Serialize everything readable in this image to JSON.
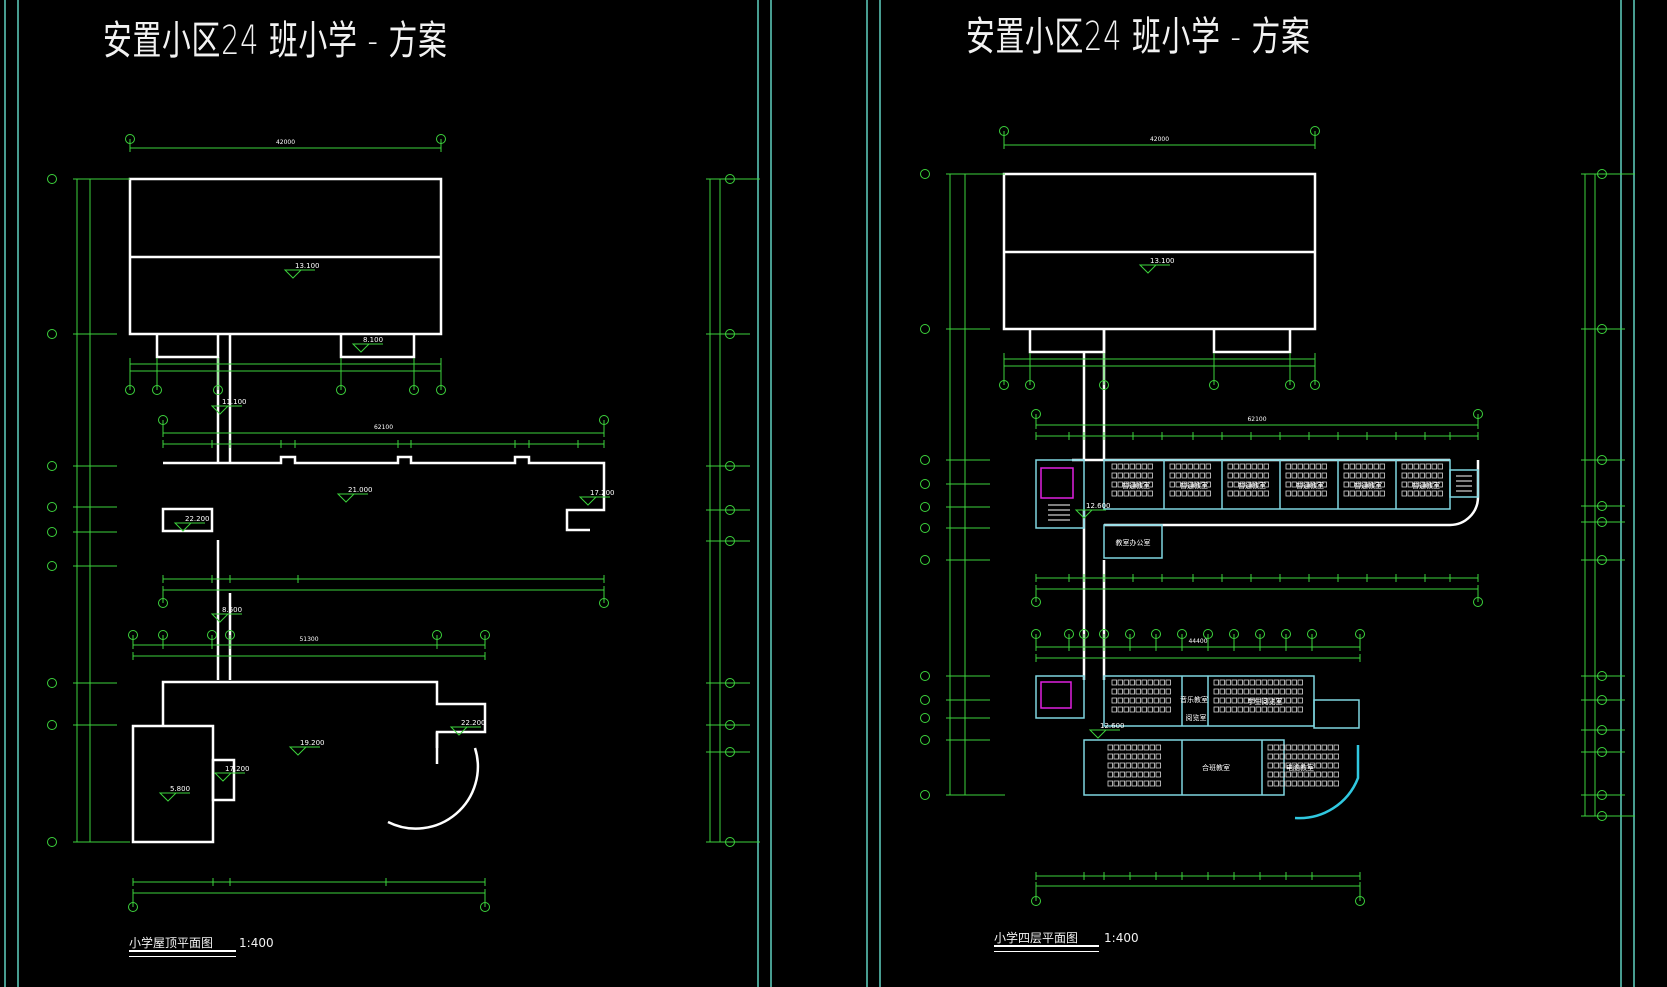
{
  "app": {
    "viewport": "CAD drawing view",
    "background": "#000000"
  },
  "colors": {
    "frame": "#5fd0c0",
    "dimension": "#3cd23c",
    "wall": "#ffffff",
    "window": "#30c8e0",
    "furniture": "#e0e0e0",
    "toilet": "#e020e0"
  },
  "sheets": [
    {
      "title": "安置小区24 班小学 - 方案",
      "caption": "小学屋顶平面图",
      "scale": "1:400",
      "elevations": [
        "13.100",
        "8.100",
        "11.100",
        "17.200",
        "21.000",
        "22.200",
        "8.600",
        "19.200",
        "22.200",
        "17.200",
        "5.800"
      ],
      "dimensions": {
        "top_overall": "42000",
        "middle_overall": "62100",
        "lower_overall": "51300"
      }
    },
    {
      "title": "安置小区24 班小学 - 方案",
      "caption": "小学四层平面图",
      "scale": "1:400",
      "elevations": [
        "13.100",
        "12.600",
        "12.600"
      ],
      "rooms": [
        "普通教室",
        "普通教室",
        "普通教室",
        "普通教室",
        "普通教室",
        "普通教室",
        "教室办公室",
        "音乐教室",
        "阅览室",
        "学生阅览室",
        "合班教室",
        "电脑教室"
      ],
      "dimensions": {
        "top_overall": "42000",
        "middle_overall": "62100",
        "lower_overall": "44400"
      }
    }
  ]
}
